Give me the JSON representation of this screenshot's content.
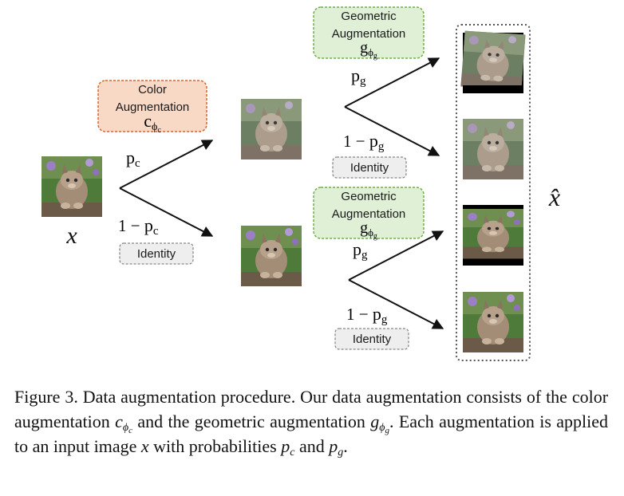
{
  "diagram": {
    "input_symbol": "x",
    "output_symbol": "x̂",
    "color_box": {
      "line1": "Color",
      "line2": "Augmentation",
      "symbol": "c",
      "sub": "ϕ",
      "subsub": "c"
    },
    "geometric_box_top": {
      "line1": "Geometric",
      "line2": "Augmentation",
      "symbol": "g",
      "sub": "ϕ",
      "subsub": "g"
    },
    "geometric_box_bottom": {
      "line1": "Geometric",
      "line2": "Augmentation",
      "symbol": "g",
      "sub": "ϕ",
      "subsub": "g"
    },
    "identity_label": "Identity",
    "prob_c": {
      "symbol": "p",
      "sub": "c"
    },
    "prob_not_c": {
      "prefix": "1 − ",
      "symbol": "p",
      "sub": "c"
    },
    "prob_g": {
      "symbol": "p",
      "sub": "g"
    },
    "prob_not_g": {
      "prefix": "1 − ",
      "symbol": "p",
      "sub": "g"
    },
    "colors": {
      "color_box_fill": "#f8d9c6",
      "color_box_border": "#d9622b",
      "geo_box_fill": "#dff0d6",
      "geo_box_border": "#70ad47",
      "identity_fill": "#eeeeee",
      "identity_border": "#888888",
      "output_border": "#555555"
    }
  },
  "caption": {
    "figure_label": "Figure 3.",
    "title": "Data augmentation procedure.",
    "text_1": "Our data augmentation consists of the color augmentation",
    "c_symbol": "c",
    "c_sub": "ϕ",
    "c_subsub": "c",
    "text_2": "and the geometric augmentation",
    "g_symbol": "g",
    "g_sub": "ϕ",
    "g_subsub": "g",
    "text_3": ". Each augmentation is applied to an input image",
    "x_symbol": "x",
    "text_4": "with probabilities",
    "pc_symbol": "p",
    "pc_sub": "c",
    "text_5": "and",
    "pg_symbol": "p",
    "pg_sub": "g",
    "text_6": "."
  }
}
